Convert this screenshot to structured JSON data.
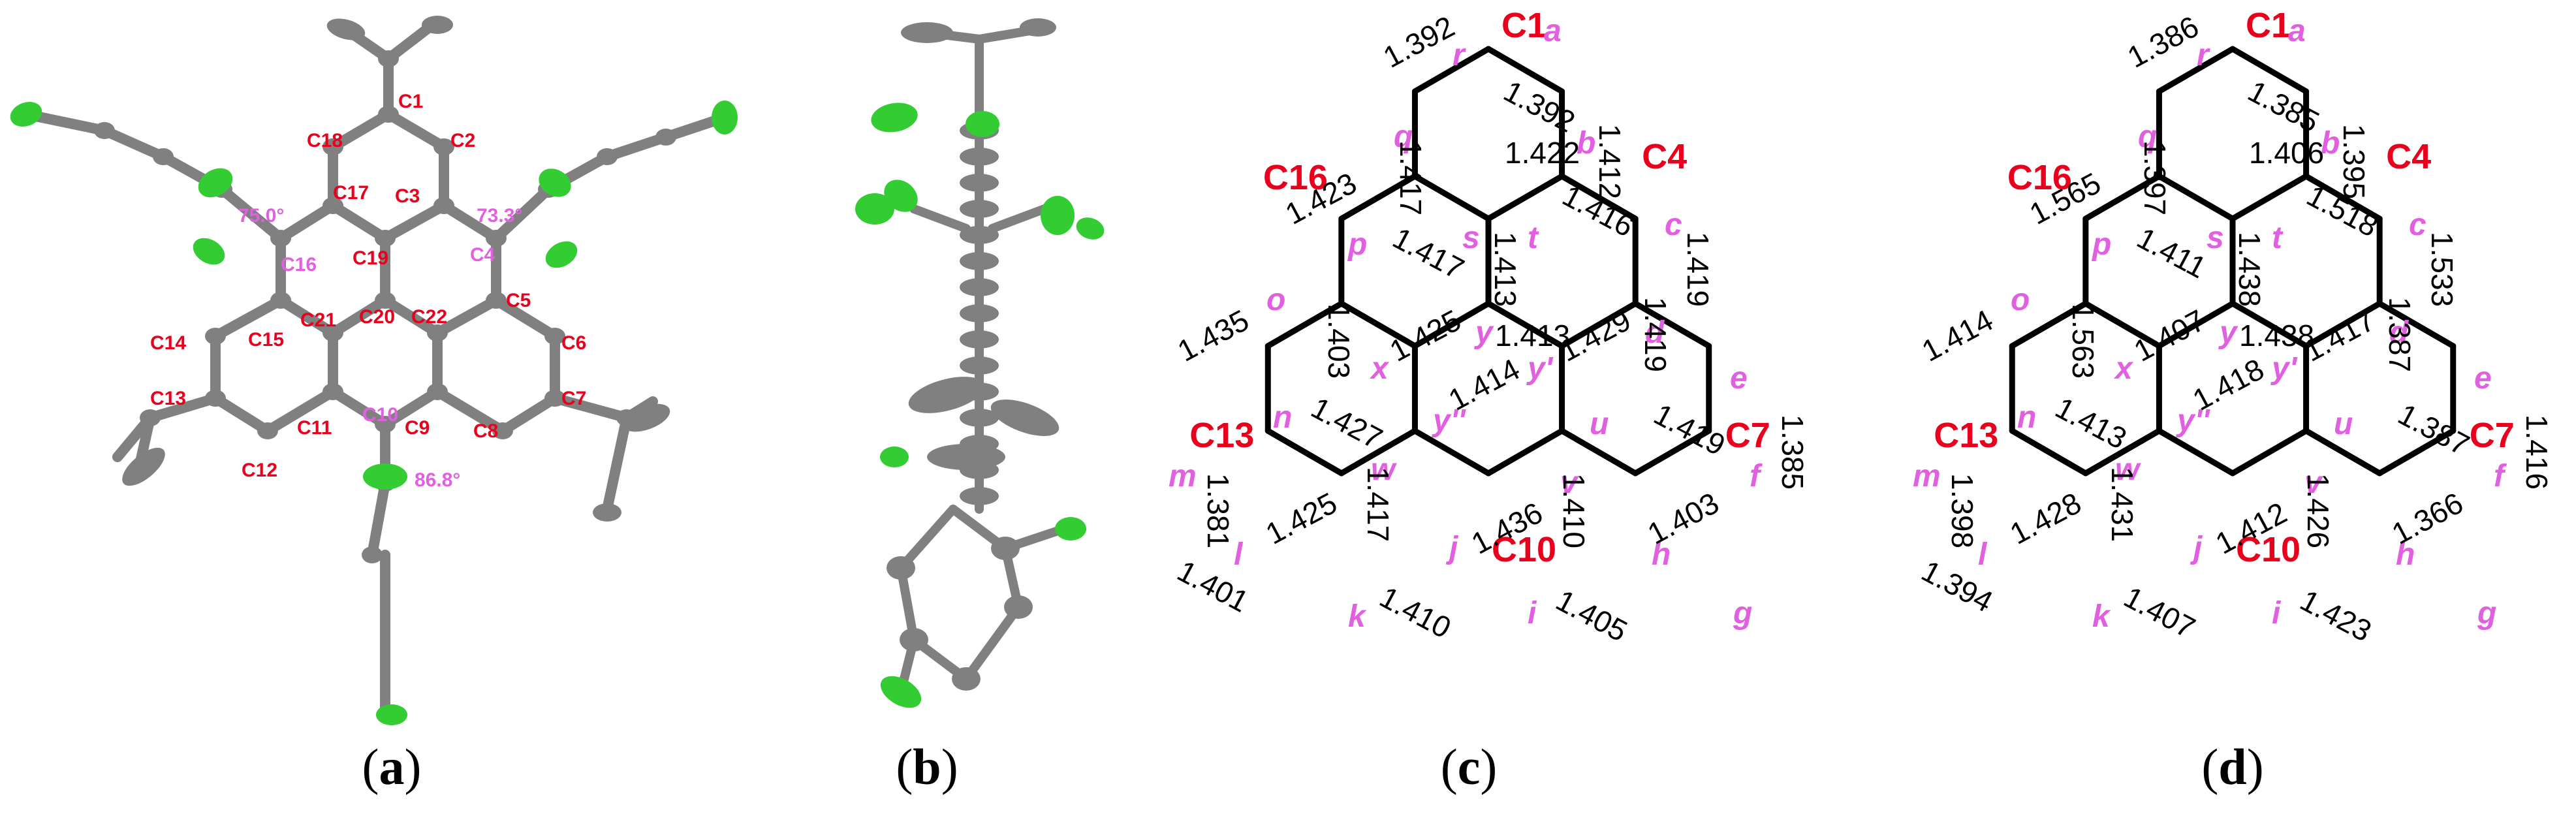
{
  "panel_a": {
    "caption": "a",
    "atom_labels": [
      "C1",
      "C2",
      "C3",
      "C4",
      "C5",
      "C6",
      "C7",
      "C8",
      "C9",
      "C10",
      "C11",
      "C12",
      "C13",
      "C14",
      "C15",
      "C16",
      "C17",
      "C18",
      "C19",
      "C20",
      "C21",
      "C22"
    ],
    "angles": [
      "75.0°",
      "73.3°",
      "86.8°"
    ]
  },
  "panel_b": {
    "caption": "b"
  },
  "panel_c": {
    "caption": "c",
    "atoms": [
      "C1",
      "C4",
      "C7",
      "C10",
      "C13",
      "C16"
    ],
    "bond_letters": [
      "a",
      "b",
      "c",
      "d",
      "e",
      "f",
      "g",
      "h",
      "i",
      "j",
      "k",
      "l",
      "m",
      "n",
      "o",
      "p",
      "q",
      "r",
      "s",
      "t",
      "u",
      "v",
      "w",
      "x",
      "y",
      "y'",
      "y''"
    ],
    "bond_lengths": {
      "a": "1.392",
      "r": "1.392",
      "q": "1.417",
      "b": "1.412",
      "s": "1.422",
      "c": "1.416",
      "o": "1.423",
      "p": "1.417",
      "t": "1.413",
      "d": "1.419",
      "n": "1.403",
      "x": "1.425",
      "y": "1.413",
      "y1": "1.429",
      "e": "1.419",
      "m": "1.435",
      "w": "1.427",
      "y2": "1.414",
      "u": "1.419",
      "f": "1.385",
      "l": "1.381",
      "j": "1.417",
      "v": "1.410",
      "g": "1.403",
      "k": "1.425",
      "i": "1.436",
      "h": "1.405",
      "kl": "1.401",
      "ij": "1.410"
    }
  },
  "panel_d": {
    "caption": "d",
    "atoms": [
      "C1",
      "C4",
      "C7",
      "C10",
      "C13",
      "C16"
    ],
    "bond_letters": [
      "a",
      "b",
      "c",
      "d",
      "e",
      "f",
      "g",
      "h",
      "i",
      "j",
      "k",
      "l",
      "m",
      "n",
      "o",
      "p",
      "q",
      "r",
      "s",
      "t",
      "u",
      "v",
      "w",
      "x",
      "y",
      "y'",
      "y''"
    ],
    "bond_lengths": {
      "a": "1.386",
      "r": "1.385",
      "q": "1.397",
      "b": "1.395",
      "s": "1.406",
      "c": "1.518",
      "o": "1.565",
      "p": "1.411",
      "t": "1.438",
      "d": "1.533",
      "n": "1.563",
      "x": "1.407",
      "y": "1.438",
      "y1": "1.417",
      "e": "1.387",
      "m": "1.414",
      "w": "1.413",
      "y2": "1.418",
      "u": "1.387",
      "f": "1.416",
      "l": "1.398",
      "j": "1.431",
      "v": "1.426",
      "g": "1.366",
      "k": "1.428",
      "i": "1.412",
      "h": "1.423",
      "kl": "1.394",
      "ij": "1.407"
    }
  },
  "colors": {
    "atom_label": "#e8001c",
    "bond_letter": "#e060e0",
    "angle_text": "#e060e0",
    "carbon": "#808080",
    "chlorine": "#33cc33",
    "bond_line": "#000000",
    "length_text": "#000000"
  }
}
